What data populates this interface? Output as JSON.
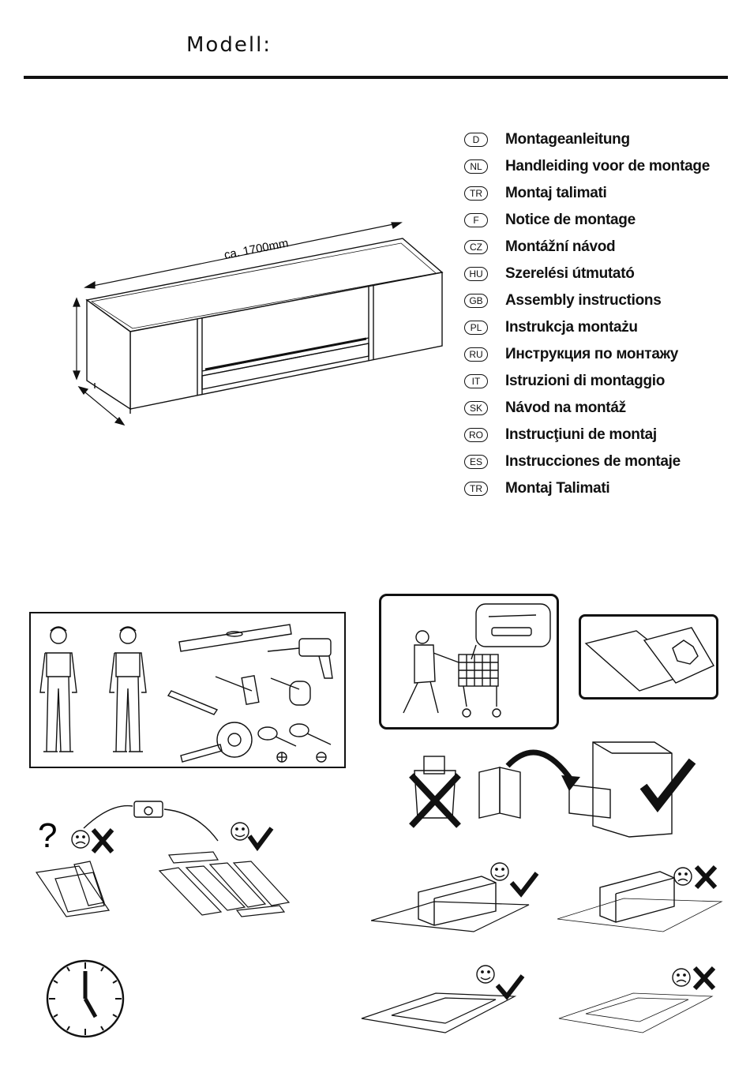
{
  "header": {
    "model_label": "Modell:"
  },
  "product": {
    "dimension_label": "ca. 1700mm"
  },
  "languages": [
    {
      "code": "D",
      "title": "Montageanleitung"
    },
    {
      "code": "NL",
      "title": "Handleiding voor de montage"
    },
    {
      "code": "TR",
      "title": "Montaj talimati"
    },
    {
      "code": "F",
      "title": "Notice de montage"
    },
    {
      "code": "CZ",
      "title": "Montážní návod"
    },
    {
      "code": "HU",
      "title": "Szerelési útmutató"
    },
    {
      "code": "GB",
      "title": "Assembly instructions"
    },
    {
      "code": "PL",
      "title": "Instrukcja montażu"
    },
    {
      "code": "RU",
      "title": "Инструкция по монтажу"
    },
    {
      "code": "IT",
      "title": "Istruzioni di montaggio"
    },
    {
      "code": "SK",
      "title": "Návod na montáž"
    },
    {
      "code": "RO",
      "title": "Instrucţiuni de montaj"
    },
    {
      "code": "ES",
      "title": "Instrucciones de montaje"
    },
    {
      "code": "TR",
      "title": "Montaj Talimati"
    }
  ],
  "pictograms": {
    "icons": [
      "two-workers",
      "spirit-level",
      "drill",
      "pencil",
      "hammer",
      "mallet",
      "tape-measure",
      "phillips-screwdriver",
      "flat-screwdriver",
      "shopping-cart-customer",
      "screw-and-dowel",
      "cleaning-cloth",
      "trash-bin",
      "manual",
      "filing-cabinet",
      "telephone",
      "clock"
    ]
  }
}
